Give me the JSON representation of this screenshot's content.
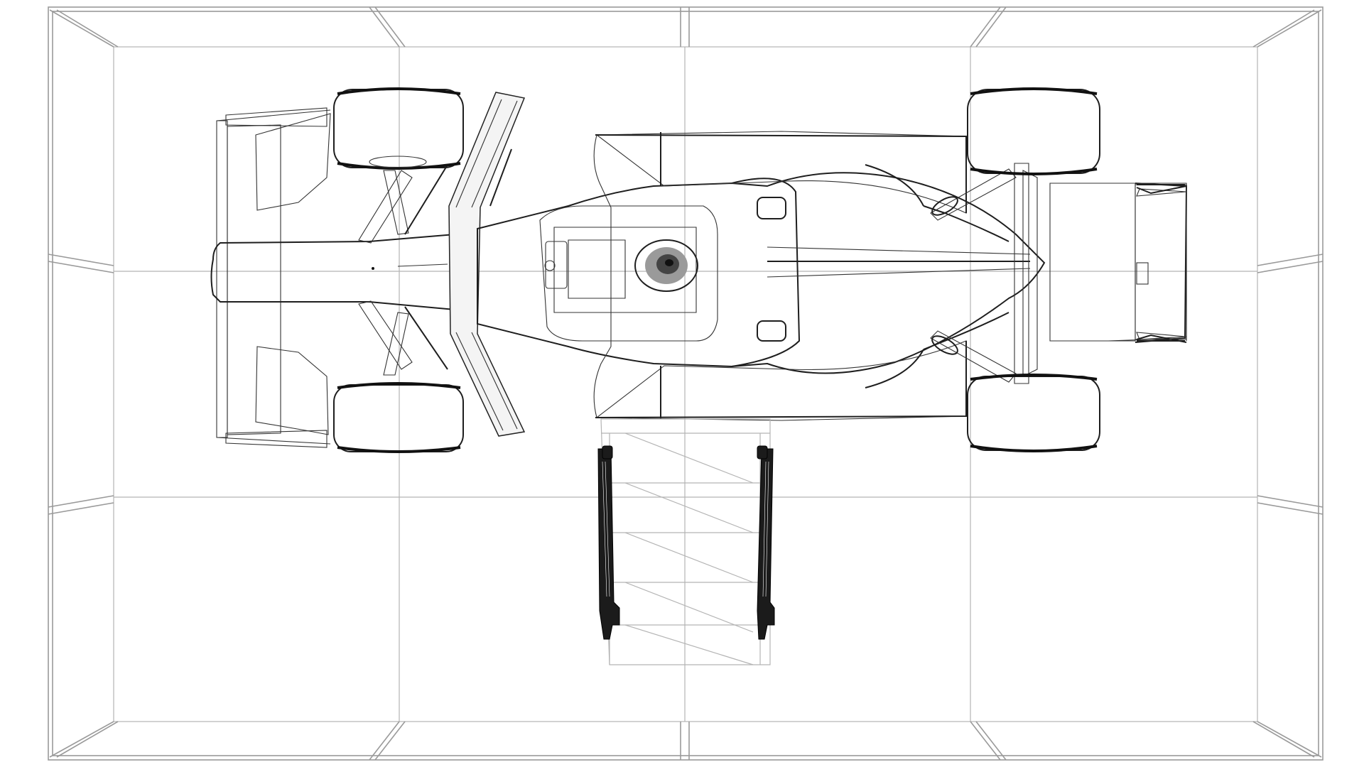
{
  "scene": {
    "view": "top",
    "render_style": "wireframe",
    "background_color": "#ffffff",
    "line_color": "#1e1e1e",
    "frame_color": "#9a9a9a"
  },
  "objects": [
    {
      "name": "race-car"
    },
    {
      "name": "ramp-stand"
    }
  ]
}
